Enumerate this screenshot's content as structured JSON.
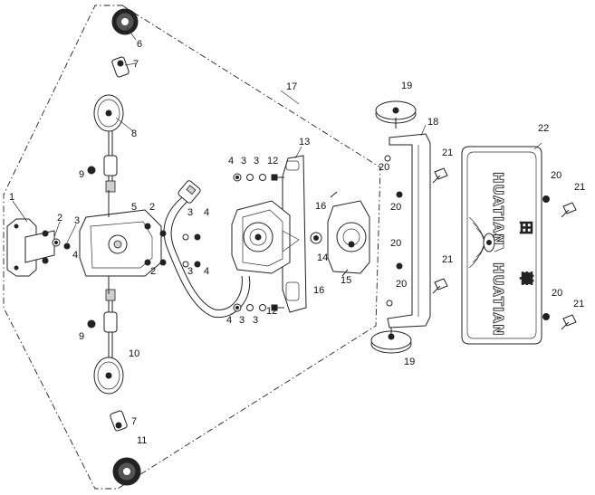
{
  "callouts": [
    {
      "id": "c1",
      "text": "1"
    },
    {
      "id": "c2a",
      "text": "2"
    },
    {
      "id": "c3a",
      "text": "3"
    },
    {
      "id": "c4a",
      "text": "4"
    },
    {
      "id": "c5",
      "text": "5"
    },
    {
      "id": "c2b",
      "text": "2"
    },
    {
      "id": "c2c",
      "text": "2"
    },
    {
      "id": "c3b",
      "text": "3"
    },
    {
      "id": "c4b",
      "text": "4"
    },
    {
      "id": "c3c",
      "text": "3"
    },
    {
      "id": "c4c",
      "text": "4"
    },
    {
      "id": "c6",
      "text": "6"
    },
    {
      "id": "c7a",
      "text": "7"
    },
    {
      "id": "c8",
      "text": "8"
    },
    {
      "id": "c9a",
      "text": "9"
    },
    {
      "id": "c9b",
      "text": "9"
    },
    {
      "id": "c10",
      "text": "10"
    },
    {
      "id": "c7b",
      "text": "7"
    },
    {
      "id": "c11",
      "text": "11"
    },
    {
      "id": "c17",
      "text": "17"
    },
    {
      "id": "c13",
      "text": "13"
    },
    {
      "id": "c4d",
      "text": "4"
    },
    {
      "id": "c3d",
      "text": "3"
    },
    {
      "id": "c3e",
      "text": "3"
    },
    {
      "id": "c12a",
      "text": "12"
    },
    {
      "id": "c16a",
      "text": "16"
    },
    {
      "id": "c14",
      "text": "14"
    },
    {
      "id": "c15",
      "text": "15"
    },
    {
      "id": "c16b",
      "text": "16"
    },
    {
      "id": "c4e",
      "text": "4"
    },
    {
      "id": "c3f",
      "text": "3"
    },
    {
      "id": "c3g",
      "text": "3"
    },
    {
      "id": "c12b",
      "text": "12"
    },
    {
      "id": "c19a",
      "text": "19"
    },
    {
      "id": "c18",
      "text": "18"
    },
    {
      "id": "c20a",
      "text": "20"
    },
    {
      "id": "c20b",
      "text": "20"
    },
    {
      "id": "c20c",
      "text": "20"
    },
    {
      "id": "c20d",
      "text": "20"
    },
    {
      "id": "c19b",
      "text": "19"
    },
    {
      "id": "c21a",
      "text": "21"
    },
    {
      "id": "c21b",
      "text": "21"
    },
    {
      "id": "c22",
      "text": "22"
    },
    {
      "id": "c20e",
      "text": "20"
    },
    {
      "id": "c21c",
      "text": "21"
    },
    {
      "id": "c20f",
      "text": "20"
    },
    {
      "id": "c21d",
      "text": "21"
    }
  ],
  "plate": {
    "text_top": "HUATIAN",
    "text_bottom": "HUATIAN",
    "char_top": "田",
    "char_bottom": "華"
  },
  "colors": {
    "line": "#222222",
    "background": "#ffffff"
  }
}
